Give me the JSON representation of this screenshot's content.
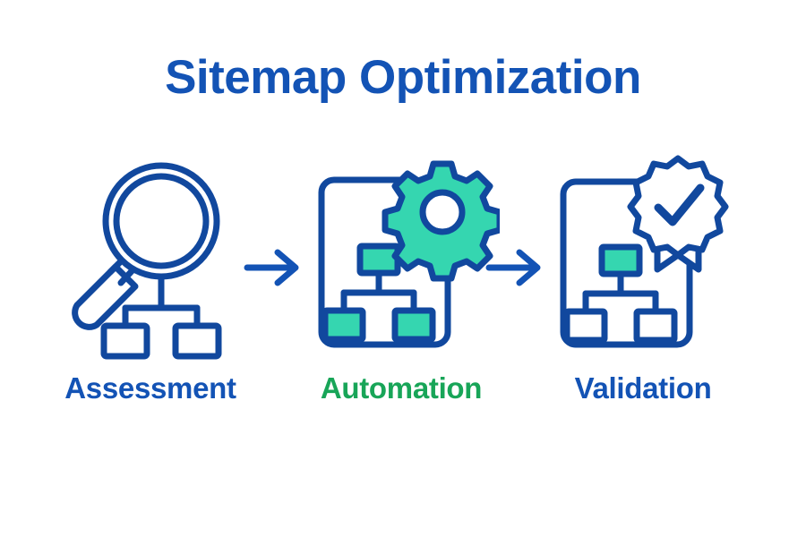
{
  "page": {
    "background_color": "#ffffff",
    "title": "Sitemap Optimization"
  },
  "colors": {
    "title_blue": "#1353b5",
    "icon_blue": "#11489e",
    "accent_teal": "#35d6b0",
    "label_green": "#18a558",
    "label_blue": "#1353b5",
    "white": "#ffffff"
  },
  "steps": [
    {
      "id": "assessment",
      "label": "Assessment",
      "label_color": "#1353b5",
      "icon": "magnifier-sitemap-icon"
    },
    {
      "id": "automation",
      "label": "Automation",
      "label_color": "#18a558",
      "icon": "document-sitemap-gear-icon"
    },
    {
      "id": "validation",
      "label": "Validation",
      "label_color": "#1353b5",
      "icon": "document-sitemap-badge-icon"
    }
  ],
  "connectors": [
    {
      "id": "arrow-1",
      "icon": "arrow-right-icon"
    },
    {
      "id": "arrow-2",
      "icon": "arrow-right-icon"
    }
  ]
}
